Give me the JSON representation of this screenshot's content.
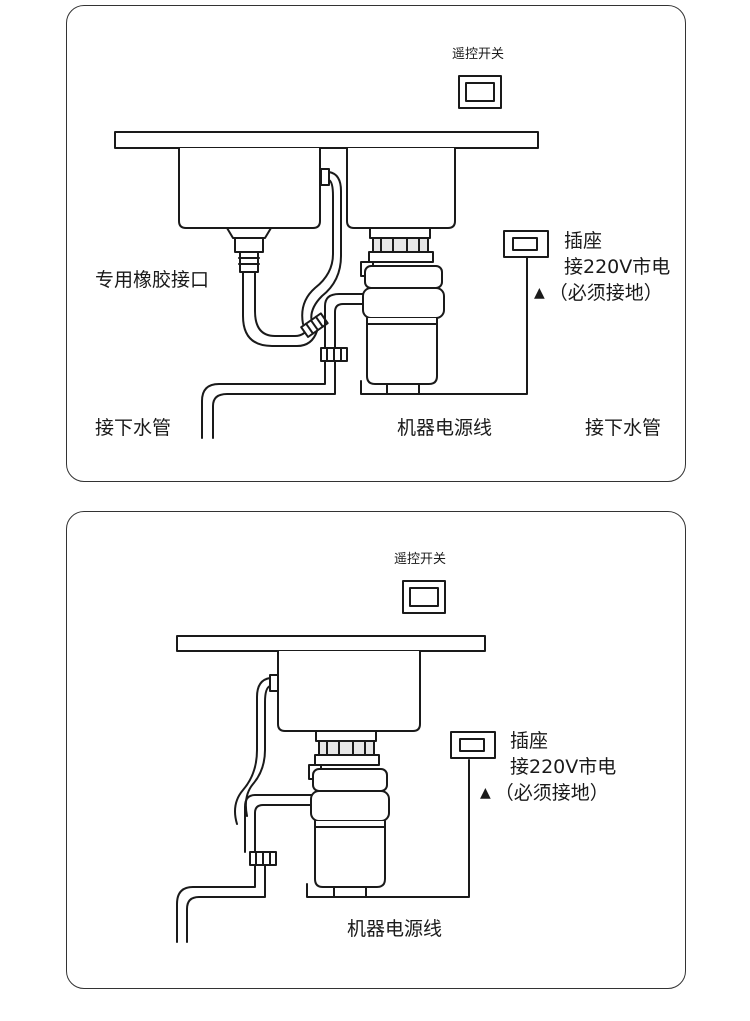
{
  "top": {
    "remote_switch": "遥控开关",
    "socket": "插座",
    "voltage": "接220V市电",
    "ground": "（必须接地）",
    "rubber_port": "专用橡胶接口",
    "drain_left": "接下水管",
    "power_cord": "机器电源线",
    "drain_right": "接下水管"
  },
  "bottom": {
    "remote_switch": "遥控开关",
    "socket": "插座",
    "voltage": "接220V市电",
    "ground": "（必须接地）",
    "power_cord": "机器电源线"
  },
  "icons": {
    "warning": "warning-triangle-icon"
  },
  "colors": {
    "stroke": "#1a1a1a",
    "fill": "#ffffff",
    "shade": "#e6e6e6"
  }
}
